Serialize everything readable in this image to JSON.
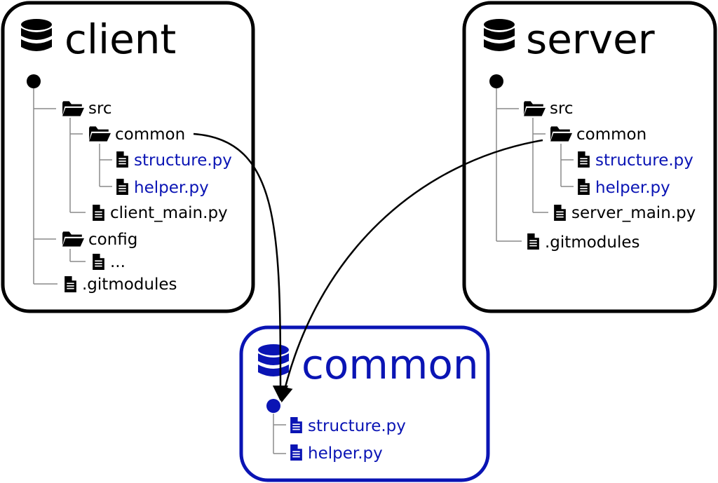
{
  "colors": {
    "black": "#000000",
    "blue": "#0a14b4",
    "tree_line": "#8a8a8a"
  },
  "icons": {
    "repository": "database-icon",
    "folder": "folder-open-icon",
    "file": "file-icon",
    "root": "root-dot"
  },
  "client": {
    "title": "client",
    "nodes": {
      "src": "src",
      "common": "common",
      "structure": "structure.py",
      "helper": "helper.py",
      "main": "client_main.py",
      "config": "config",
      "ellipsis": "...",
      "gitmodules": ".gitmodules"
    }
  },
  "server": {
    "title": "server",
    "nodes": {
      "src": "src",
      "common": "common",
      "structure": "structure.py",
      "helper": "helper.py",
      "main": "server_main.py",
      "gitmodules": ".gitmodules"
    }
  },
  "common_repo": {
    "title": "common",
    "nodes": {
      "structure": "structure.py",
      "helper": "helper.py"
    }
  }
}
